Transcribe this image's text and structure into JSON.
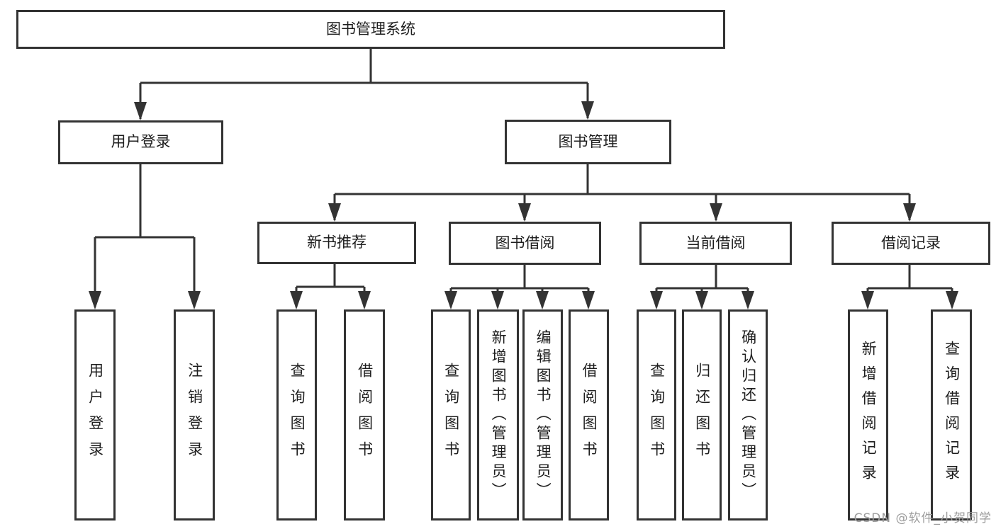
{
  "diagram": {
    "root": "图书管理系统",
    "branches": {
      "user_login": {
        "label": "用户登录",
        "children": {
          "login": "用户登录",
          "logout": "注销登录"
        }
      },
      "book_mgmt": {
        "label": "图书管理",
        "sections": {
          "new_book_rec": {
            "label": "新书推荐",
            "children": {
              "query": "查询图书",
              "borrow": "借阅图书"
            }
          },
          "book_borrow": {
            "label": "图书借阅",
            "children": {
              "query": "查询图书",
              "add": "新增图书（管理员）",
              "edit": "编辑图书（管理员）",
              "borrow": "借阅图书"
            }
          },
          "current_borrow": {
            "label": "当前借阅",
            "children": {
              "query": "查询图书",
              "return": "归还图书",
              "confirm": "确认归还（管理员）"
            }
          },
          "borrow_record": {
            "label": "借阅记录",
            "children": {
              "add": "新增借阅记录",
              "query": "查询借阅记录"
            }
          }
        }
      }
    }
  },
  "watermark": "CSDN @软件_小贺同学",
  "colors": {
    "line": "#333333",
    "text": "#1d1d1d",
    "watermark": "#9c9c9c",
    "background": "#ffffff"
  }
}
